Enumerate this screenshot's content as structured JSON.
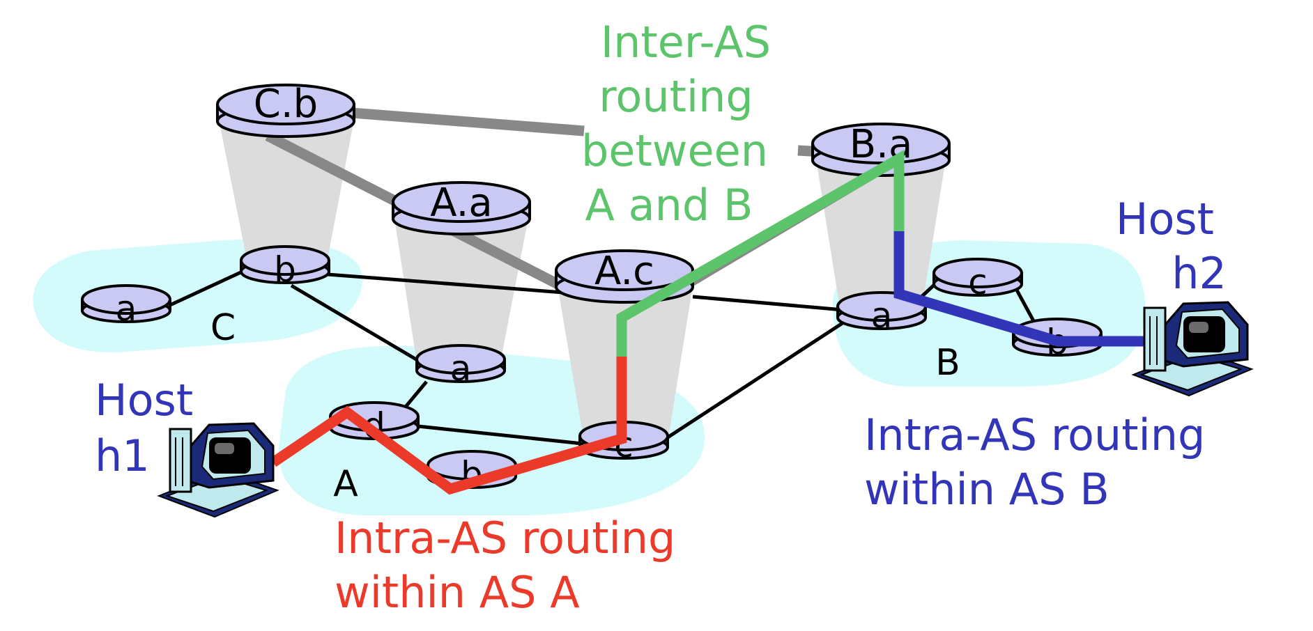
{
  "captions": {
    "inter_as": [
      "Inter-AS",
      "routing",
      "between",
      "A and B"
    ],
    "intra_a": [
      "Intra-AS routing",
      "within AS A"
    ],
    "intra_b": [
      "Intra-AS routing",
      "within AS B"
    ],
    "host1": [
      "Host",
      "h1"
    ],
    "host2": [
      "Host",
      "h2"
    ]
  },
  "as_labels": {
    "a": "A",
    "b": "B",
    "c": "C"
  },
  "routers": {
    "cb": "C.b",
    "aa": "A.a",
    "ac": "A.c",
    "ba": "B.a",
    "c_a": "a",
    "c_b": "b",
    "a_a": "a",
    "a_d": "d",
    "a_b": "b",
    "a_c": "c",
    "b_a": "a",
    "b_c": "c",
    "b_b": "b"
  },
  "colors": {
    "inter_as_path": "#5cc46a",
    "intra_a_path": "#ec3a2a",
    "intra_b_path": "#3235b8",
    "as_region": "#d4fbfb",
    "router_fill": "#c9c9f3",
    "inter_link": "#888888"
  }
}
